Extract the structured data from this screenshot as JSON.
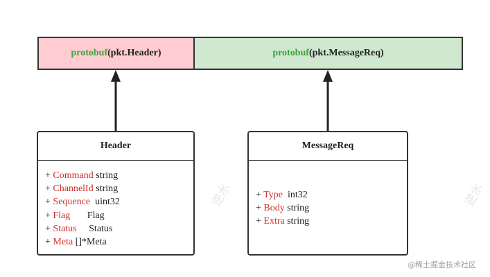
{
  "top_row": [
    {
      "keyword": "protobuf",
      "type": "(pkt.Header)",
      "color": "#ffccd1"
    },
    {
      "keyword": "protobuf",
      "type": "(pkt.MessageReq)",
      "color": "#cfe8cf"
    }
  ],
  "classes": [
    {
      "name": "Header",
      "fields": [
        {
          "prefix": "+ ",
          "name": "Command",
          "type": " string"
        },
        {
          "prefix": "+ ",
          "name": "ChannelId",
          "type": " string"
        },
        {
          "prefix": "+ ",
          "name": "Sequence",
          "type": "  uint32"
        },
        {
          "prefix": "+ ",
          "name": "Flag",
          "type": "       Flag"
        },
        {
          "prefix": "+ ",
          "name": "Status",
          "type": "     Status"
        },
        {
          "prefix": "+ ",
          "name": "Meta",
          "type": " []*Meta"
        }
      ]
    },
    {
      "name": "MessageReq",
      "fields": [
        {
          "prefix": "+ ",
          "name": "Type",
          "type": "  int32"
        },
        {
          "prefix": "+ ",
          "name": "Body",
          "type": " string"
        },
        {
          "prefix": "+ ",
          "name": "Extra",
          "type": " string"
        }
      ]
    }
  ],
  "watermark": "逆水",
  "footer": "@稀土掘金技术社区"
}
